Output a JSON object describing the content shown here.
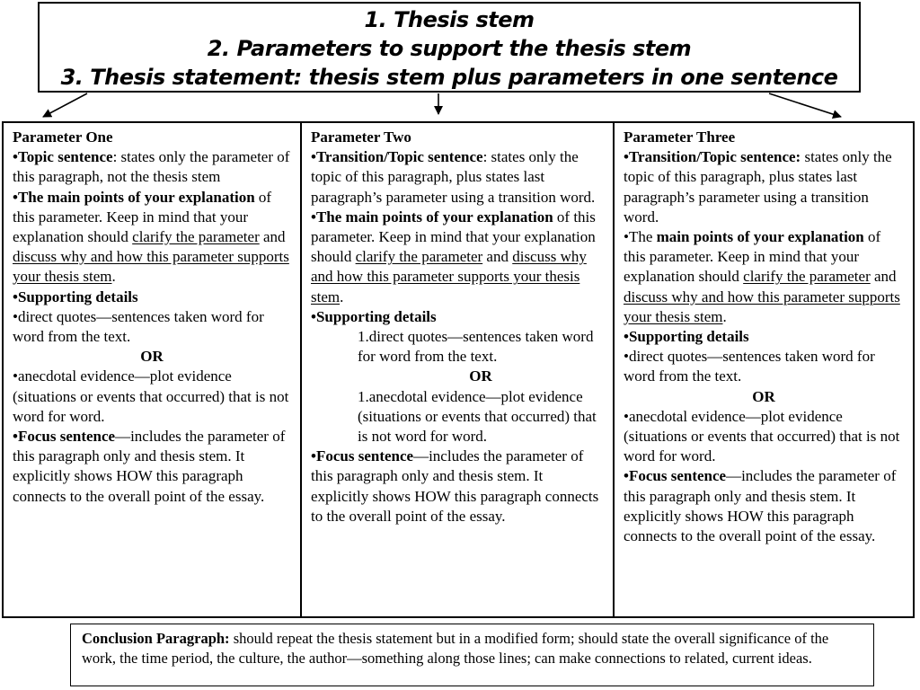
{
  "colors": {
    "ink": "#000000",
    "paper": "#ffffff"
  },
  "title_box": {
    "lines": [
      "1. Thesis stem",
      "2. Parameters to support the thesis stem",
      "3. Thesis statement: thesis stem plus parameters in one sentence"
    ]
  },
  "columns": [
    {
      "heading": "Parameter One",
      "blocks": [
        {
          "type": "p",
          "segments": [
            {
              "t": "•Topic sentence",
              "b": true
            },
            {
              "t": ": states only the parameter of this paragraph, not the thesis stem"
            }
          ]
        },
        {
          "type": "p",
          "segments": [
            {
              "t": "•The main points of your explanation",
              "b": true
            },
            {
              "t": " of this parameter. Keep in mind that your explanation should "
            },
            {
              "t": "clarify the parameter",
              "u": true
            },
            {
              "t": " and "
            },
            {
              "t": "discuss why and how this parameter supports your thesis stem",
              "u": true
            },
            {
              "t": "."
            }
          ]
        },
        {
          "type": "p",
          "segments": [
            {
              "t": "•Supporting details",
              "b": true
            }
          ]
        },
        {
          "type": "p",
          "segments": [
            {
              "t": "•direct quotes—sentences taken word for word from the text."
            }
          ]
        },
        {
          "type": "or",
          "segments": [
            {
              "t": "OR",
              "b": true
            }
          ]
        },
        {
          "type": "p",
          "segments": [
            {
              "t": "•anecdotal evidence—plot evidence (situations or events that occurred) that is not word for word."
            }
          ]
        },
        {
          "type": "p",
          "segments": [
            {
              "t": "•Focus sentence",
              "b": true
            },
            {
              "t": "—includes the parameter of this paragraph only and thesis stem. It explicitly shows HOW this paragraph connects to the overall point of the essay."
            }
          ]
        }
      ]
    },
    {
      "heading": "Parameter Two",
      "blocks": [
        {
          "type": "p",
          "segments": [
            {
              "t": "•Transition/Topic sentence",
              "b": true
            },
            {
              "t": ": states only the topic of this paragraph, plus states last paragraph’s parameter using a transition word."
            }
          ]
        },
        {
          "type": "p",
          "segments": [
            {
              "t": "•The main points of your explanation",
              "b": true
            },
            {
              "t": " of this parameter. Keep in mind that your explanation should "
            },
            {
              "t": "clarify the parameter",
              "u": true
            },
            {
              "t": " and "
            },
            {
              "t": "discuss why and how this parameter supports your thesis stem",
              "u": true
            },
            {
              "t": "."
            }
          ]
        },
        {
          "type": "p",
          "segments": [
            {
              "t": "•Supporting details",
              "b": true
            }
          ]
        },
        {
          "type": "num",
          "segments": [
            {
              "t": "1.direct quotes—sentences taken word for word from the text."
            }
          ]
        },
        {
          "type": "orind",
          "segments": [
            {
              "t": "OR",
              "b": true
            }
          ]
        },
        {
          "type": "num",
          "segments": [
            {
              "t": "1.anecdotal evidence—plot evidence (situations or events that occurred) that is not word for word."
            }
          ]
        },
        {
          "type": "p",
          "segments": [
            {
              "t": "•Focus sentence",
              "b": true
            },
            {
              "t": "—includes the parameter of this paragraph only and thesis stem. It explicitly shows HOW this paragraph connects to the overall point of the essay."
            }
          ]
        }
      ]
    },
    {
      "heading": "Parameter Three",
      "blocks": [
        {
          "type": "p",
          "segments": [
            {
              "t": "•Transition/Topic sentence:",
              "b": true
            },
            {
              "t": " states only the topic of this paragraph, plus states last paragraph’s parameter using a transition word."
            }
          ]
        },
        {
          "type": "p",
          "segments": [
            {
              "t": "•The "
            },
            {
              "t": "main points of your explanation",
              "b": true
            },
            {
              "t": " of this parameter. Keep in mind that your explanation should "
            },
            {
              "t": "clarify the parameter",
              "u": true
            },
            {
              "t": " and "
            },
            {
              "t": "discuss why and how this parameter supports your thesis stem",
              "u": true
            },
            {
              "t": "."
            }
          ]
        },
        {
          "type": "p",
          "segments": [
            {
              "t": "•Supporting details",
              "b": true
            }
          ]
        },
        {
          "type": "p",
          "segments": [
            {
              "t": "•direct quotes—sentences taken word for word from the text."
            }
          ]
        },
        {
          "type": "or",
          "segments": [
            {
              "t": "OR",
              "b": true
            }
          ]
        },
        {
          "type": "p",
          "segments": [
            {
              "t": "•anecdotal evidence—plot evidence (situations or events that occurred) that is not word for word."
            }
          ]
        },
        {
          "type": "p",
          "segments": [
            {
              "t": "•Focus sentence",
              "b": true
            },
            {
              "t": "—includes the parameter of this paragraph only and thesis stem. It explicitly shows HOW this paragraph connects to the overall point of the essay."
            }
          ]
        }
      ]
    }
  ],
  "conclusion": {
    "blocks": [
      {
        "type": "p",
        "segments": [
          {
            "t": "Conclusion Paragraph:",
            "b": true
          },
          {
            "t": " should repeat the thesis statement but in a modified form; should state the overall significance of the work, the time period, the culture, the author—something along those lines; can make connections to related, current ideas."
          }
        ]
      }
    ]
  }
}
